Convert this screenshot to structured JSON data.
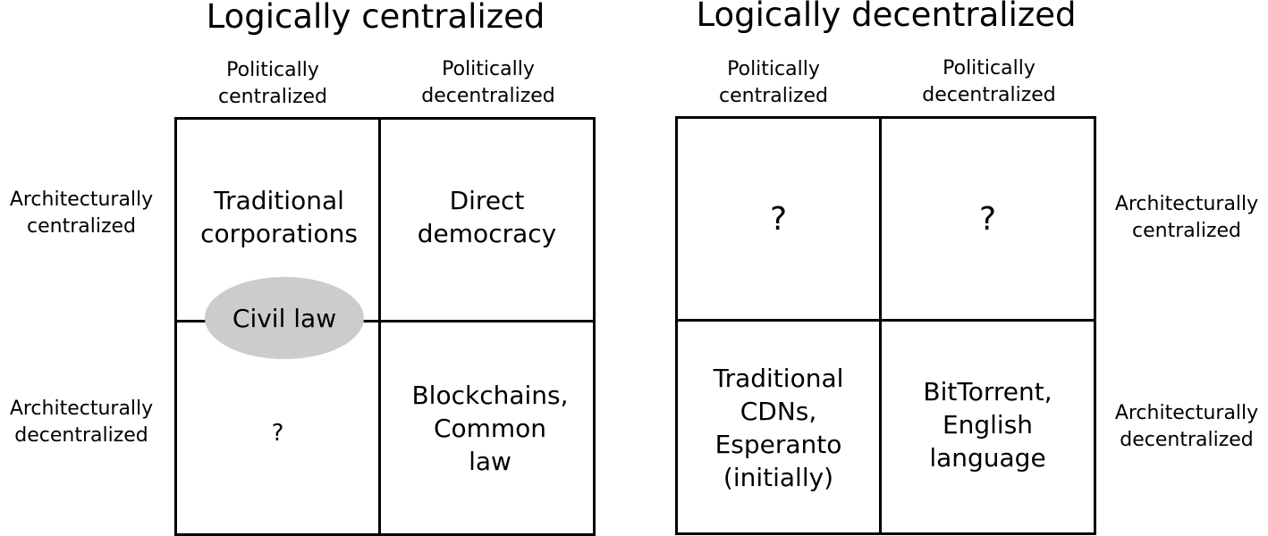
{
  "left_panel": {
    "title": "Logically centralized",
    "columns": [
      "Politically\ncentralized",
      "Politically\ndecentralized"
    ],
    "rows": [
      "Architecturally\ncentralized",
      "Architecturally\ndecentralized"
    ],
    "cells": {
      "top_left": "Traditional\ncorporations",
      "top_right": "Direct\ndemocracy",
      "bottom_left": "?",
      "bottom_right": "Blockchains,\nCommon\nlaw"
    },
    "overlay": {
      "label": "Civil law",
      "color": "#cccccc"
    }
  },
  "right_panel": {
    "title": "Logically decentralized",
    "columns": [
      "Politically\ncentralized",
      "Politically\ndecentralized"
    ],
    "rows": [
      "Architecturally\ncentralized",
      "Architecturally\ndecentralized"
    ],
    "cells": {
      "top_left": "?",
      "top_right": "?",
      "bottom_left": "Traditional\nCDNs,\nEsperanto\n(initially)",
      "bottom_right": "BitTorrent,\nEnglish\nlanguage"
    }
  }
}
